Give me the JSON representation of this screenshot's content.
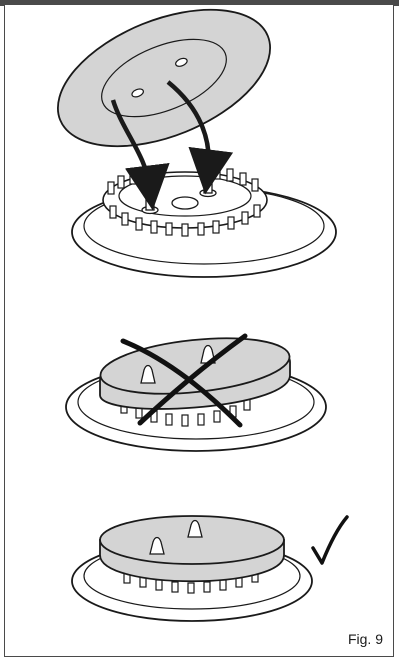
{
  "figure": {
    "label": "Fig. 9",
    "steps": [
      {
        "name": "assemble-burner-cap",
        "status": "instruction"
      },
      {
        "name": "incorrect-cap-position",
        "status": "incorrect"
      },
      {
        "name": "correct-cap-position",
        "status": "correct"
      }
    ]
  },
  "colors": {
    "frame": "#4a4a4a",
    "cap_fill": "#d4d4d4",
    "outline": "#1a1a1a",
    "cross": "#111111"
  },
  "icons": {
    "incorrect": "cross-icon",
    "correct": "checkmark-icon"
  }
}
